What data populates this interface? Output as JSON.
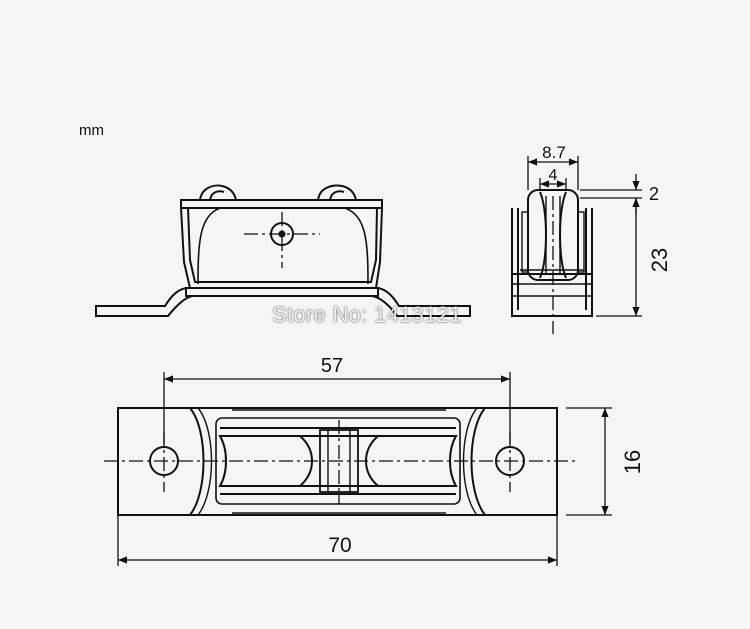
{
  "drawing": {
    "unit": "mm",
    "watermark": "Store No: 1413121",
    "dimensions": {
      "top_width_outer": "8.7",
      "top_width_inner": "4",
      "flange_thickness": "2",
      "height": "23",
      "hole_spacing": "57",
      "overall_length": "70",
      "width": "16"
    }
  },
  "colors": {
    "line": "#111111",
    "background": "#f5f5f5"
  }
}
